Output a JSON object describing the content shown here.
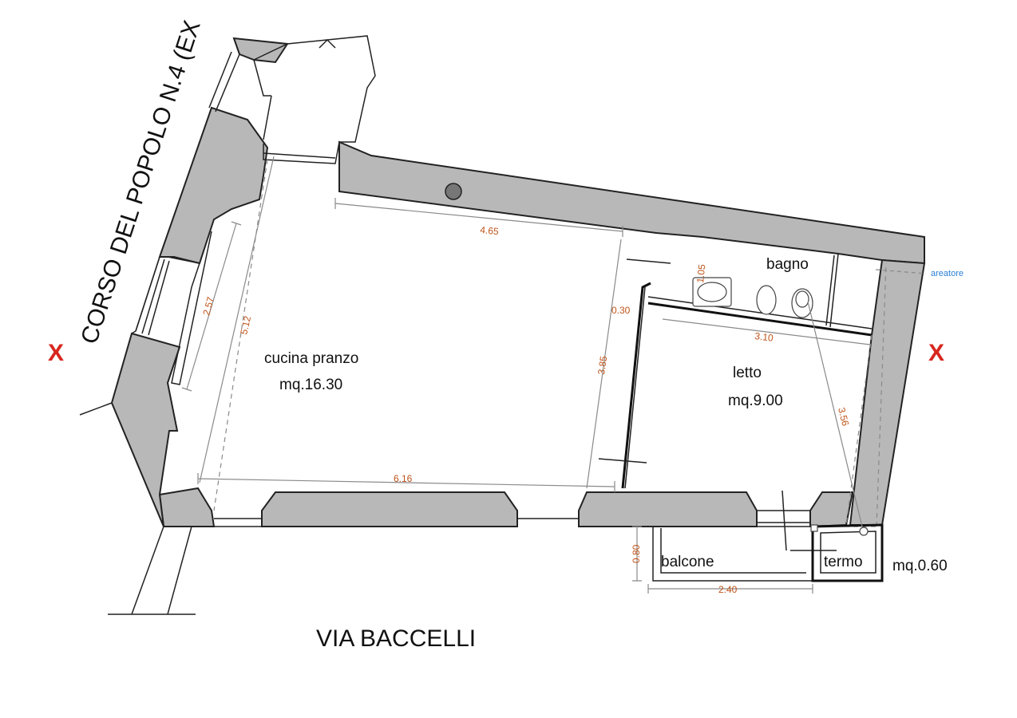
{
  "streets": {
    "bottom": "VIA BACCELLI",
    "left": "CORSO DEL POPOLO N.4 (EX"
  },
  "markers": {
    "left": "X",
    "right": "X"
  },
  "rooms": {
    "kitchen": {
      "name": "cucina pranzo",
      "area": "mq.16.30"
    },
    "bedroom": {
      "name": "letto",
      "area": "mq.9.00"
    },
    "bathroom": {
      "name": "bagno"
    },
    "balcony": {
      "name": "balcone"
    },
    "boiler": {
      "name": "termo",
      "area": "mq.0.60"
    }
  },
  "labels": {
    "aerator": "areatore"
  },
  "dimensions": {
    "d465": "4.65",
    "d257": "2.57",
    "d512": "5.12",
    "d385": "3.85",
    "d030": "0.30",
    "d105": "1.05",
    "d310": "3.10",
    "d356": "3.56",
    "d616": "6.16",
    "d080": "0.80",
    "d240": "2.40"
  },
  "colors": {
    "wall": "#b8b8b8",
    "dimension_text": "#c0541a",
    "marker": "#d7261e",
    "aerator": "#2a7fd4"
  }
}
